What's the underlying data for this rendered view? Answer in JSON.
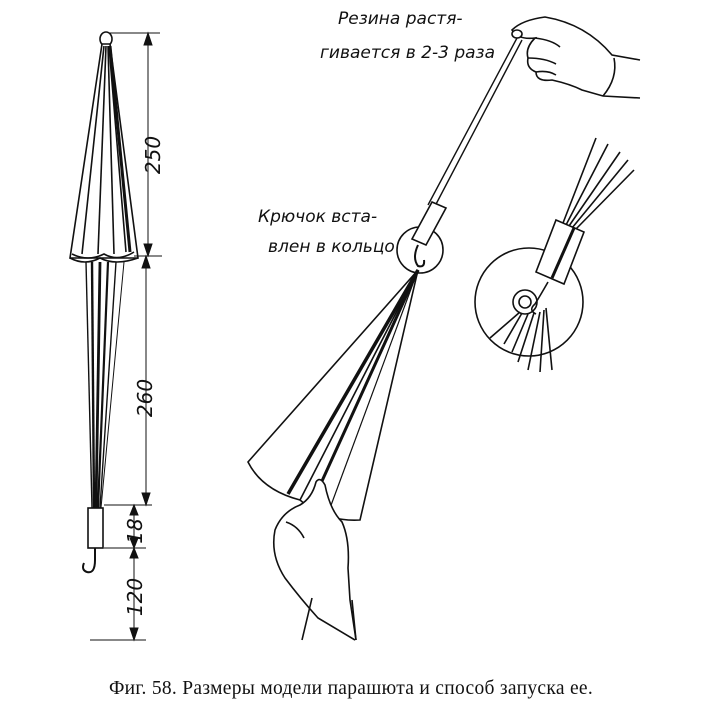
{
  "figure": {
    "caption": "Фиг. 58. Размеры модели парашюта и способ запуска ее.",
    "dimensions": [
      "250",
      "260",
      "18",
      "120"
    ],
    "annotations": {
      "rubber_line1": "Резина растя-",
      "rubber_line2": "гивается в 2-3 раза",
      "hook_line1": "Крючок вста-",
      "hook_line2": "влен в кольцо"
    }
  }
}
